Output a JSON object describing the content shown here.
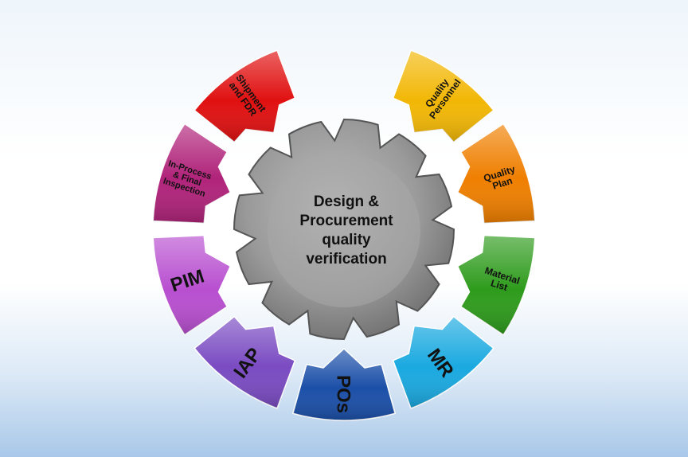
{
  "center": {
    "lines": [
      "Design &",
      "Procurement",
      "quality",
      "verification"
    ]
  },
  "segments": [
    {
      "label_lines": [
        "Quality",
        "Personnel"
      ],
      "color": "#f2b705"
    },
    {
      "label_lines": [
        "Quality",
        "Plan"
      ],
      "color": "#ef7f00"
    },
    {
      "label_lines": [
        "Material",
        "List"
      ],
      "color": "#2e9b1c"
    },
    {
      "label_lines": [
        "MR"
      ],
      "color": "#1aa9e0"
    },
    {
      "label_lines": [
        "POs"
      ],
      "color": "#1b4fa8"
    },
    {
      "label_lines": [
        "IAP"
      ],
      "color": "#7a4bc2"
    },
    {
      "label_lines": [
        "PIM"
      ],
      "color": "#b84fd0"
    },
    {
      "label_lines": [
        "In-Process",
        "& Final",
        "Inspection"
      ],
      "color": "#b0237a"
    },
    {
      "label_lines": [
        "Shipment",
        "and FDR"
      ],
      "color": "#e01010"
    }
  ]
}
